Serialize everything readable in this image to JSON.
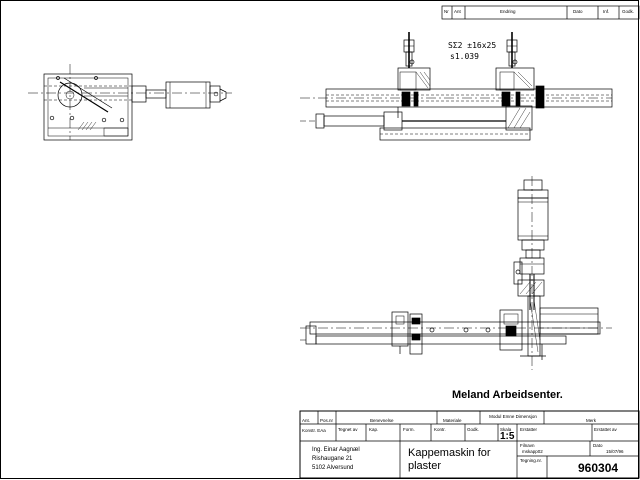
{
  "revision_block": {
    "headers": [
      "Nr",
      "Ant",
      "Endring",
      "Dato",
      "Inf.",
      "Godk."
    ]
  },
  "callout": {
    "line1": "SΣ2 ±16x25",
    "line2": "s1.039"
  },
  "company": "Meland Arbeidsenter.",
  "title_block": {
    "row1": [
      "Ant.",
      "Pos.nr",
      "Benevnelse",
      "Materiale",
      "Modul Emne Dimensjon",
      "Merk"
    ],
    "row2": [
      "Konstr. EAa",
      "Tegnet av",
      "Kap.",
      "Form.",
      "Kontr.",
      "Godk.",
      "Skala"
    ],
    "scale": "1:5",
    "erstatter": "Erstatter",
    "erstattet_av": "Erstattet av",
    "filnavn_label": "Filnavn",
    "filnavn": "mskapp02",
    "dato_label": "Dato",
    "dato": "15/07/96",
    "tegning_label": "Tegning.nr.",
    "drawing_no": "960304",
    "designer": [
      "Ing. Einar Aagnæl",
      "Rishaugane 21",
      "5102 Alversund"
    ],
    "drawing_title": [
      "Kappemaskin for",
      "plaster"
    ]
  }
}
